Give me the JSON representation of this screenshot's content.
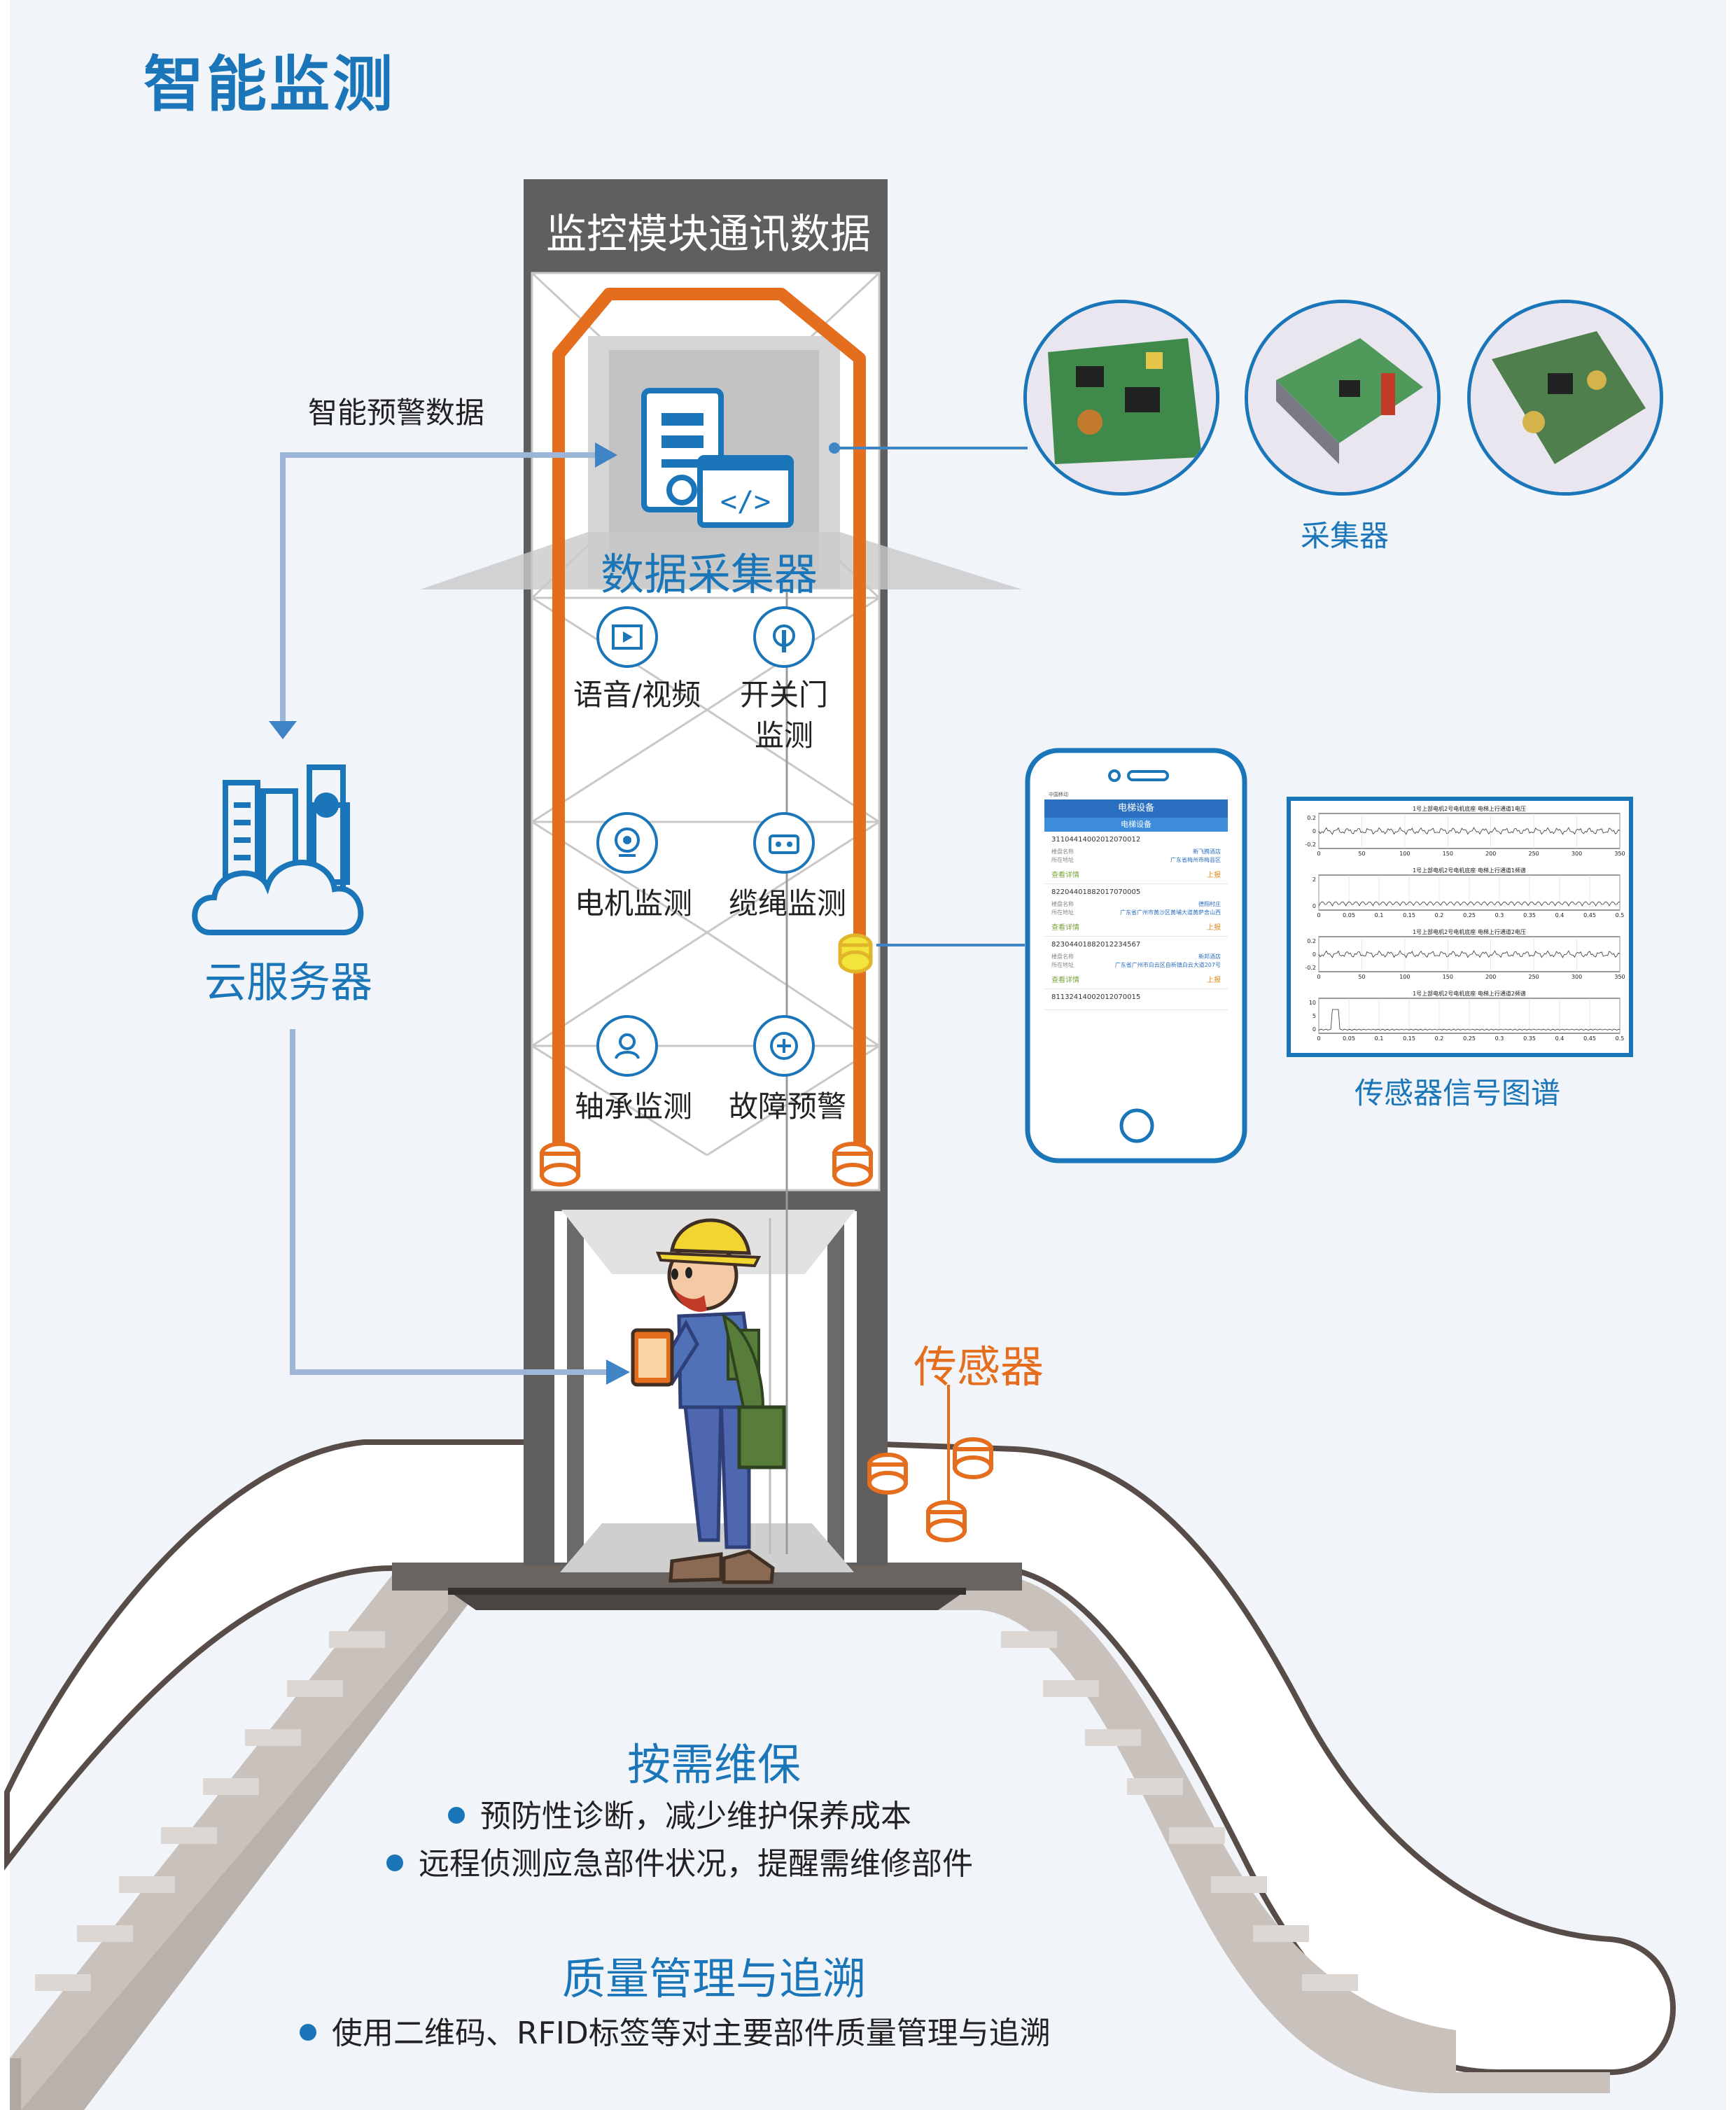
{
  "page": {
    "title": "智能监测",
    "shaft_title": "监控模块通讯数据",
    "warning_data_label": "智能预警数据",
    "data_collector_label": "数据采集器",
    "cloud_server_label": "云服务器",
    "collector_label": "采集器",
    "spectrum_label": "传感器信号图谱",
    "sensor_label": "传感器"
  },
  "monitors": [
    {
      "label_1": "语音/视频",
      "label_2": "",
      "icon": "video-icon"
    },
    {
      "label_1": "开关门",
      "label_2": "监测",
      "icon": "door-touch-icon"
    },
    {
      "label_1": "电机监测",
      "label_2": "",
      "icon": "motor-camera-icon"
    },
    {
      "label_1": "缆绳监测",
      "label_2": "",
      "icon": "rope-icon"
    },
    {
      "label_1": "轴承监测",
      "label_2": "",
      "icon": "bearing-icon"
    },
    {
      "label_1": "故障预警",
      "label_2": "",
      "icon": "fault-icon"
    }
  ],
  "phone": {
    "status": "中国移动",
    "header": "电梯设备",
    "subheader": "电梯设备",
    "items": [
      {
        "id": "31104414002012070012",
        "name_key": "楼盘名称",
        "name_val": "新飞腾酒店",
        "addr_key": "所在地址",
        "addr_val": "广东省梅州市梅县区",
        "detail": "查看详情",
        "report": "上报"
      },
      {
        "id": "82204401882017070005",
        "name_key": "楼盘名称",
        "name_val": "德翔村庄",
        "addr_key": "所在地址",
        "addr_val": "广东省广州市黄沙区黄埔大道黄萨舍山西",
        "detail": "查看详情",
        "report": "上报"
      },
      {
        "id": "82304401882012234567",
        "name_key": "楼盘名称",
        "name_val": "新邦酒店",
        "addr_key": "所在地址",
        "addr_val": "广东省广州市白云区自新镇白云大道207号",
        "detail": "查看详情",
        "report": "上报"
      },
      {
        "id": "81132414002012070015",
        "name_key": "",
        "name_val": "",
        "addr_key": "",
        "addr_val": "",
        "detail": "",
        "report": ""
      }
    ]
  },
  "spectrum": {
    "plots": [
      {
        "title": "1号上部电机2号电机底座 电梯上行通道1电压",
        "yticks": [
          "0.2",
          "0",
          "-0.2"
        ],
        "xticks": [
          "0",
          "50",
          "100",
          "150",
          "200",
          "250",
          "300",
          "350"
        ],
        "kind": "wave"
      },
      {
        "title": "1号上部电机2号电机底座 电梯上行通道1频谱",
        "yticks": [
          "2",
          "0"
        ],
        "xticks": [
          "0",
          "0.05",
          "0.1",
          "0.15",
          "0.2",
          "0.25",
          "0.3",
          "0.35",
          "0.4",
          "0.45",
          "0.5"
        ],
        "kind": "spectrum"
      },
      {
        "title": "1号上部电机2号电机底座 电梯上行通道2电压",
        "yticks": [
          "0.2",
          "0",
          "-0.2"
        ],
        "xticks": [
          "0",
          "50",
          "100",
          "150",
          "200",
          "250",
          "300",
          "350"
        ],
        "kind": "wave"
      },
      {
        "title": "1号上部电机2号电机底座 电梯上行通道2频谱",
        "yticks": [
          "10",
          "5",
          "0"
        ],
        "xticks": [
          "0",
          "0.05",
          "0.1",
          "0.15",
          "0.2",
          "0.25",
          "0.3",
          "0.35",
          "0.4",
          "0.45",
          "0.5"
        ],
        "kind": "peak"
      }
    ]
  },
  "sections": [
    {
      "title": "按需维保",
      "bullets": [
        "预防性诊断，减少维护保养成本",
        "远程侦测应急部件状况，提醒需维修部件"
      ]
    },
    {
      "title": "质量管理与追溯",
      "bullets": [
        "使用二维码、RFID标签等对主要部件质量管理与追溯"
      ]
    }
  ],
  "colors": {
    "accent": "#1a76b9",
    "orange": "#e46d1e",
    "shaft_dark": "#5f5f5f",
    "sensor_yellow": "#f2e43a"
  }
}
